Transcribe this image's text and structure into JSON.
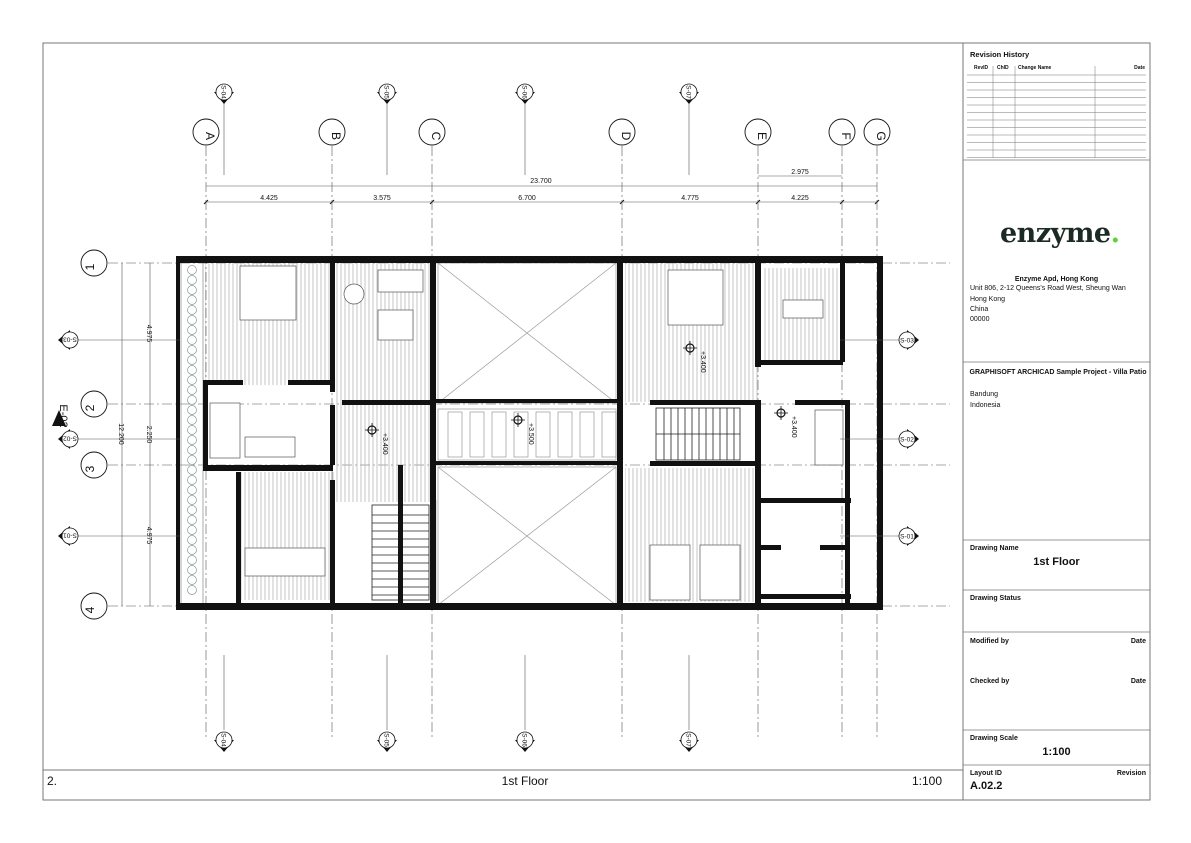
{
  "drawing": {
    "grid_columns": [
      {
        "label": "A",
        "dim_to_next": "4.425"
      },
      {
        "label": "B",
        "dim_to_next": "3.575"
      },
      {
        "label": "C",
        "dim_to_next": "6.700"
      },
      {
        "label": "D",
        "dim_to_next": "4.775"
      },
      {
        "label": "E",
        "dim_to_next": "4.225"
      },
      {
        "label": "F",
        "dim_to_next": ""
      },
      {
        "label": "G",
        "dim_to_next": ""
      }
    ],
    "grid_rows": [
      {
        "label": "1",
        "dim_to_next": "4.975"
      },
      {
        "label": "2",
        "dim_to_next": "2.250"
      },
      {
        "label": "3",
        "dim_to_next": "4.975"
      },
      {
        "label": "4",
        "dim_to_next": ""
      }
    ],
    "overall_width": "23.700",
    "overall_depth": "12.200",
    "dim_e_f": "2.975",
    "sections_vertical": [
      "S-04",
      "S-05",
      "S-06",
      "S-07"
    ],
    "sections_horizontal": [
      "S-03",
      "S-02",
      "S-01"
    ],
    "elevation_marker": "E-02",
    "levels": [
      "+3.400",
      "+3.500",
      "+3.400",
      "+3.400"
    ],
    "footer": {
      "number": "2.",
      "name": "1st Floor",
      "scale": "1:100"
    }
  },
  "title_block": {
    "revision_history": {
      "title": "Revision History",
      "columns": [
        "RevID",
        "ChID",
        "Change Name",
        "Date"
      ]
    },
    "logo": {
      "text": "enzyme",
      "dot": ".",
      "accent_color": "#5bd13a"
    },
    "company": {
      "name": "Enzyme Apd, Hong Kong",
      "address": "Unit 806, 2-12 Queens's Road West, Sheung Wan",
      "city": "Hong Kong",
      "country": "China",
      "postcode": "00000"
    },
    "project": {
      "name": "GRAPHISOFT ARCHICAD Sample Project - Villa Patio",
      "city": "Bandung",
      "country": "Indonesia"
    },
    "drawing_name_label": "Drawing Name",
    "drawing_name": "1st Floor",
    "drawing_status_label": "Drawing Status",
    "modified_by_label": "Modified by",
    "checked_by_label": "Checked by",
    "date_label": "Date",
    "drawing_scale_label": "Drawing Scale",
    "drawing_scale": "1:100",
    "layout_id_label": "Layout ID",
    "layout_id": "A.02.2",
    "revision_label": "Revision"
  }
}
